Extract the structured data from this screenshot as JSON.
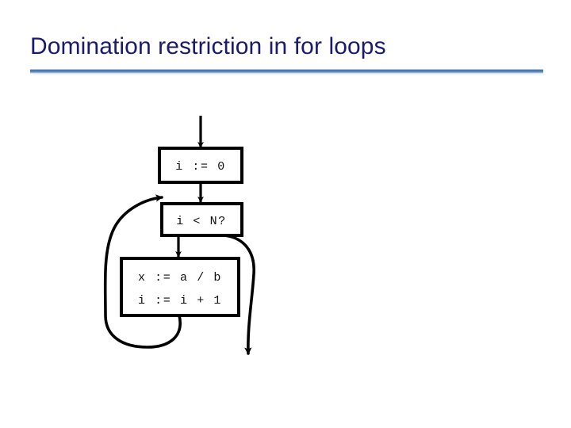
{
  "slide": {
    "title": "Domination restriction in for loops",
    "title_color": "#1a1a6e",
    "rule_color": "#3e6ea5",
    "background_color": "#ffffff"
  },
  "diagram": {
    "name": "control-flow-graph-for-loop",
    "stroke_color": "#000000",
    "nodes": [
      {
        "id": "init",
        "label": "i := 0",
        "lines": [
          "i := 0"
        ]
      },
      {
        "id": "condition",
        "label": "i < N?",
        "lines": [
          "i < N?"
        ]
      },
      {
        "id": "body",
        "label": "x := a / b ; i := i + 1",
        "lines": [
          "x := a / b",
          "i := i + 1"
        ]
      }
    ],
    "edges": [
      {
        "id": "entry",
        "from": "",
        "to": "init"
      },
      {
        "id": "init-cond",
        "from": "init",
        "to": "condition"
      },
      {
        "id": "cond-body",
        "from": "condition",
        "to": "body"
      },
      {
        "id": "back-edge",
        "from": "body",
        "to": "condition"
      },
      {
        "id": "exit",
        "from": "condition",
        "to": ""
      }
    ]
  }
}
